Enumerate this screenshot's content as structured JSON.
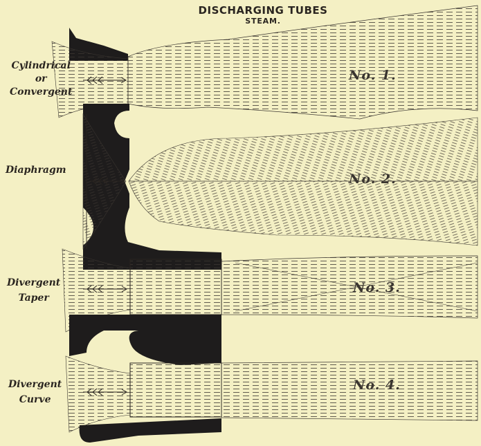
{
  "title": "DISCHARGING TUBES",
  "subtitle": "STEAM.",
  "tubes": [
    {
      "label_lines": [
        "Cylindrical",
        "or",
        "Convergent"
      ],
      "number": "No. 1."
    },
    {
      "label_lines": [
        "Diaphragm"
      ],
      "number": "No. 2."
    },
    {
      "label_lines": [
        "Divergent",
        "Taper"
      ],
      "number": "No. 3."
    },
    {
      "label_lines": [
        "Divergent",
        "Curve"
      ],
      "number": "No. 4."
    }
  ],
  "colors": {
    "paper": "#f4f0c4",
    "ink": "#2a2520",
    "metal": "#1e1c1c"
  }
}
